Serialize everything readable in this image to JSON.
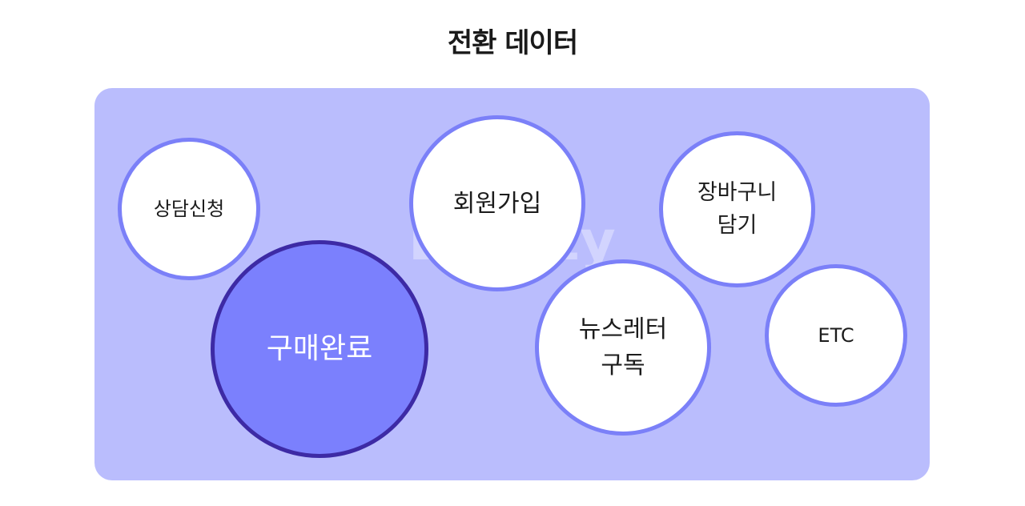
{
  "title": "전환 데이터",
  "watermark": "Dighty",
  "bubbles": [
    {
      "label": "상담신청"
    },
    {
      "label": "구매완료"
    },
    {
      "label": "회원가입"
    },
    {
      "label": "뉴스레터\n구독"
    },
    {
      "label": "장바구니\n담기"
    },
    {
      "label": "ETC"
    }
  ],
  "colors": {
    "panel": "#babdfd",
    "bubble_border": "#7b80f8",
    "highlight_fill": "#7b80fd",
    "highlight_border": "#3d2aa5"
  }
}
